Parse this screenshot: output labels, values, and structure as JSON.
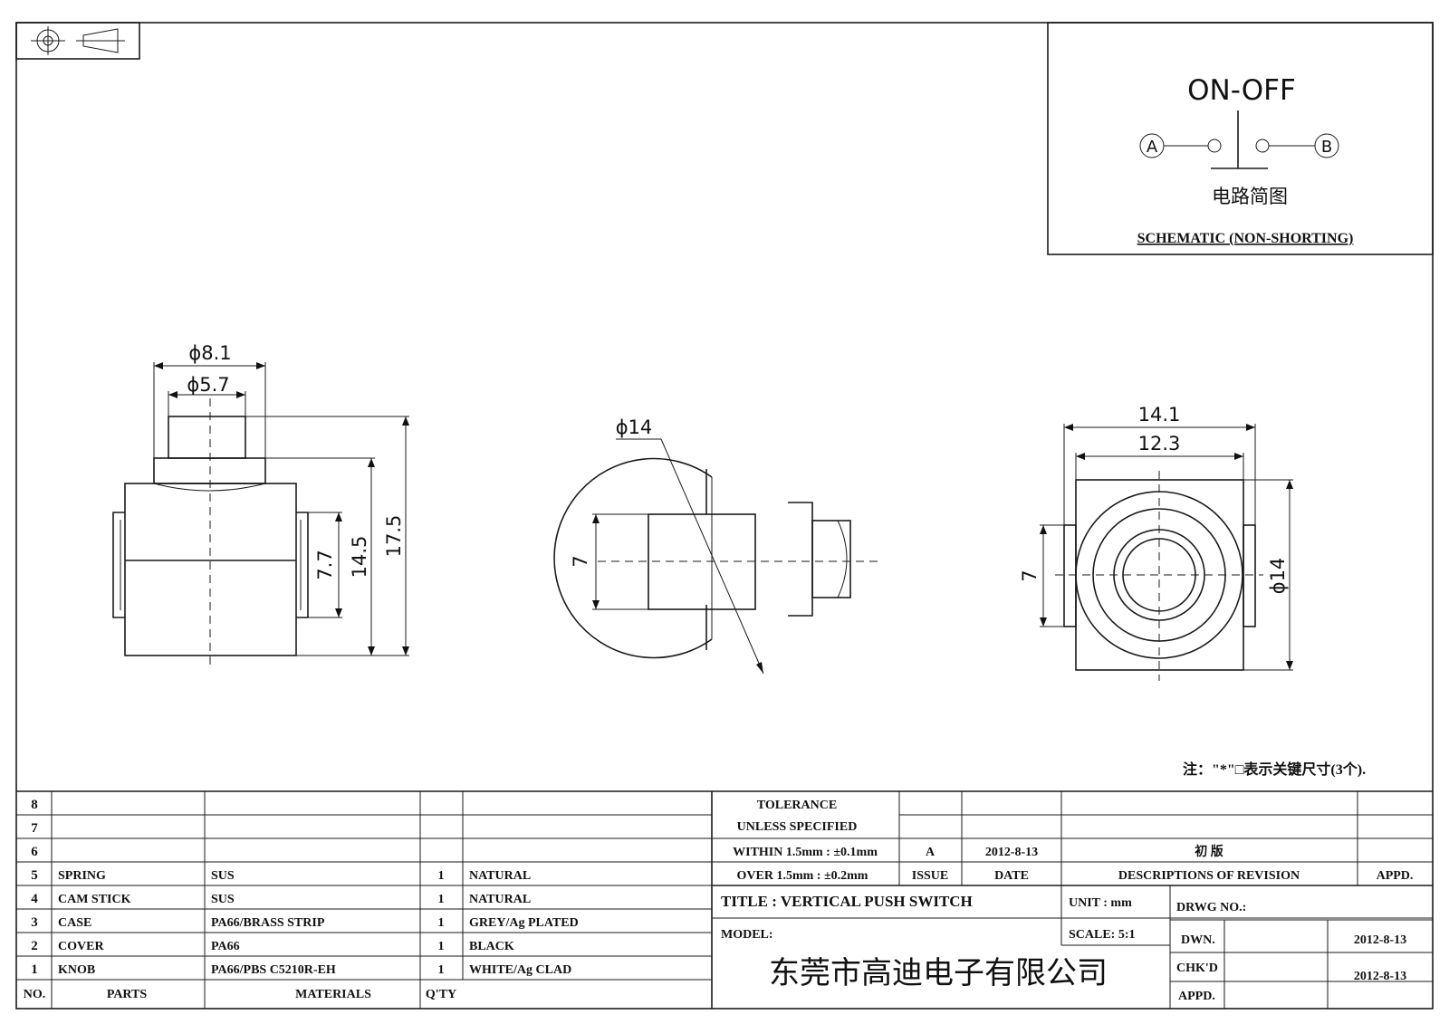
{
  "schematic": {
    "type_label": "ON-OFF",
    "terminal_a": "A",
    "terminal_b": "B",
    "cn_label": "电路简图",
    "caption": "SCHEMATIC (NON-SHORTING)"
  },
  "dims": {
    "d81": "ϕ8.1",
    "d57": "ϕ5.7",
    "h77": "7.7",
    "h145": "14.5",
    "h175": "17.5",
    "d14_mid": "ϕ14",
    "h7_mid": "7",
    "w141": "14.1",
    "w123": "12.3",
    "h7_right": "7",
    "d14_right": "ϕ14"
  },
  "note": "注：\"*\"□表示关键尺寸(3个).",
  "parts": [
    {
      "no": "8",
      "part": "",
      "material": "",
      "qty": "",
      "finish": ""
    },
    {
      "no": "7",
      "part": "",
      "material": "",
      "qty": "",
      "finish": ""
    },
    {
      "no": "6",
      "part": "",
      "material": "",
      "qty": "",
      "finish": ""
    },
    {
      "no": "5",
      "part": "SPRING",
      "material": "SUS",
      "qty": "1",
      "finish": "NATURAL"
    },
    {
      "no": "4",
      "part": "CAM STICK",
      "material": "SUS",
      "qty": "1",
      "finish": "NATURAL"
    },
    {
      "no": "3",
      "part": "CASE",
      "material": "PA66/BRASS STRIP",
      "qty": "1",
      "finish": "GREY/Ag PLATED"
    },
    {
      "no": "2",
      "part": "COVER",
      "material": "PA66",
      "qty": "1",
      "finish": "BLACK"
    },
    {
      "no": "1",
      "part": "KNOB",
      "material": "PA66/PBS C5210R-EH",
      "qty": "1",
      "finish": "WHITE/Ag CLAD"
    }
  ],
  "parts_header": {
    "no": "NO.",
    "parts": "PARTS",
    "materials": "MATERIALS",
    "qty": "Q'TY"
  },
  "tolerance": {
    "line1": "TOLERANCE",
    "line2": "UNLESS  SPECIFIED",
    "line3": "WITHIN 1.5mm : ±0.1mm",
    "line4": "OVER 1.5mm : ±0.2mm"
  },
  "revision": {
    "issue": "A",
    "date": "2012-8-13",
    "desc": "初  版",
    "issue_label": "ISSUE",
    "date_label": "DATE",
    "desc_label": "DESCRIPTIONS OF REVISION",
    "appd_label": "APPD."
  },
  "title_block": {
    "title": "TITLE :  VERTICAL PUSH SWITCH",
    "unit": "UNIT :  mm",
    "drwg": "DRWG NO.:",
    "model": "MODEL:",
    "scale": "SCALE:  5:1",
    "dwn": "DWN.",
    "dwn_date": "2012-8-13",
    "chkd": "CHK'D",
    "chkd_date": "2012-8-13",
    "appd": "APPD.",
    "company": "东莞市高迪电子有限公司"
  }
}
